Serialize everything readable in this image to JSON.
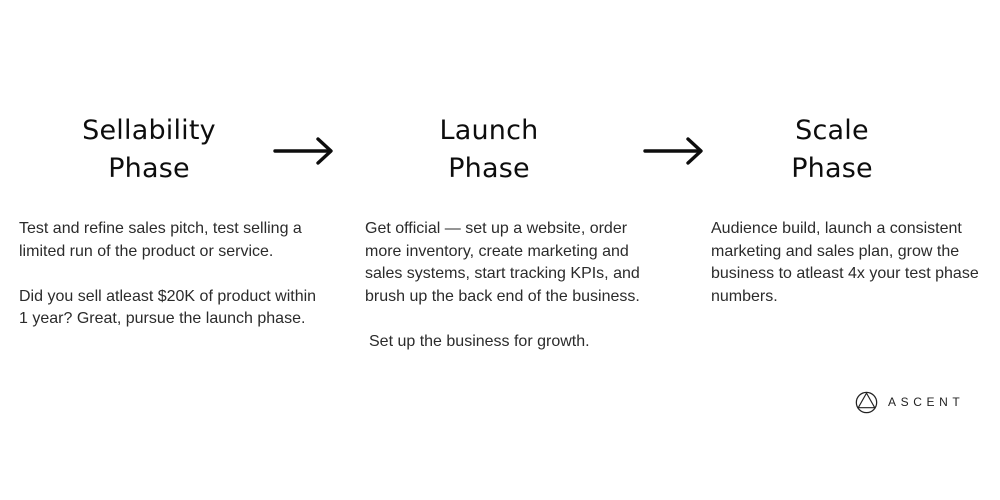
{
  "phases": [
    {
      "title_line1": "Sellability",
      "title_line2": "Phase",
      "paragraphs": [
        "Test and refine sales pitch, test selling a limited run of the product or service.",
        "Did you sell atleast $20K of product within 1 year? Great, pursue the launch phase."
      ]
    },
    {
      "title_line1": "Launch",
      "title_line2": "Phase",
      "paragraphs": [
        "Get official — set up a website, order more inventory, create marketing and sales systems, start tracking KPIs, and brush up the back end of the business.",
        "Set up the business for growth."
      ]
    },
    {
      "title_line1": "Scale",
      "title_line2": "Phase",
      "paragraphs": [
        "Audience build, launch a consistent marketing and sales plan, grow the business to atleast 4x your test phase numbers."
      ]
    }
  ],
  "logo": {
    "icon": "ascent-logo-icon",
    "text": "ASCENT"
  },
  "icons": {
    "arrow": "right-arrow-icon"
  },
  "colors": {
    "text": "#111111",
    "body_text": "#2b2b2b",
    "background": "#ffffff"
  }
}
